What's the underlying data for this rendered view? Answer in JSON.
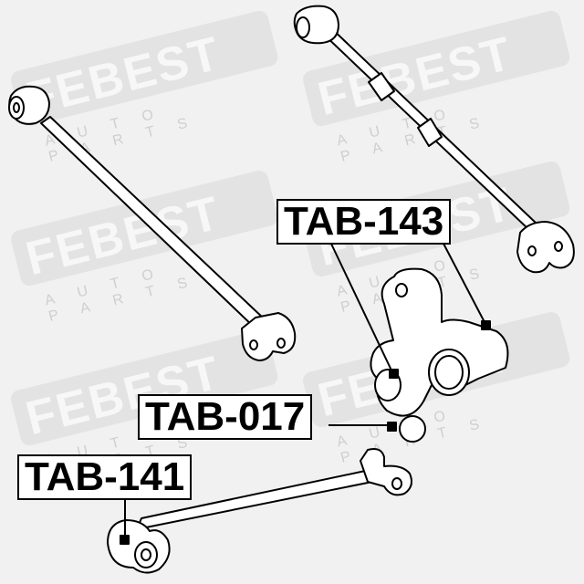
{
  "watermark": {
    "brand": "FEBEST",
    "sub": "AUTO PARTS"
  },
  "labels": [
    {
      "id": "tab-143",
      "text": "TAB-143"
    },
    {
      "id": "tab-017",
      "text": "TAB-017"
    },
    {
      "id": "tab-141",
      "text": "TAB-141"
    }
  ],
  "colors": {
    "background": "#f1f1f1",
    "line": "#000000",
    "watermark_band": "#e3e3e3"
  }
}
